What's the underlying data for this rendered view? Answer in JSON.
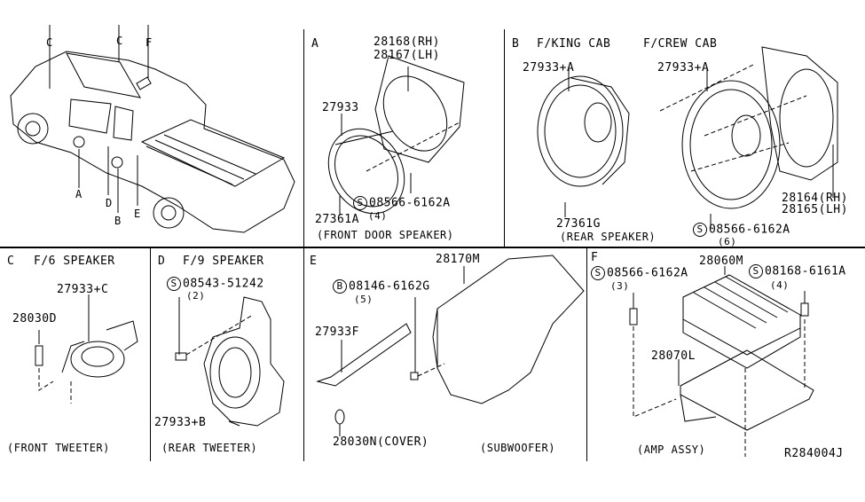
{
  "diagram_id": "R284004J",
  "vehicle_overview": {
    "callouts": [
      "C",
      "C",
      "F",
      "A",
      "D",
      "B",
      "E"
    ]
  },
  "sections": {
    "A": {
      "letter": "A",
      "caption": "(FRONT DOOR SPEAKER)",
      "parts": {
        "baffle_rh": "28168(RH)",
        "baffle_lh": "28167(LH)",
        "speaker": "27933",
        "screw_std": "S",
        "screw": "08566-6162A",
        "screw_qty": "(4)",
        "screw2": "27361A"
      }
    },
    "B": {
      "letter": "B",
      "title_king": "F/KING CAB",
      "title_crew": "F/CREW CAB",
      "caption": "(REAR SPEAKER)",
      "parts": {
        "speaker_king": "27933+A",
        "speaker_crew": "27933+A",
        "screw_king": "27361G",
        "bracket_rh": "28164(RH)",
        "bracket_lh": "28165(LH)",
        "screw_std": "S",
        "screw": "08566-6162A",
        "screw_qty": "(6)"
      }
    },
    "C": {
      "letter": "C",
      "title": "F/6 SPEAKER",
      "caption": "(FRONT TWEETER)",
      "parts": {
        "tweeter": "27933+C",
        "screw": "28030D"
      }
    },
    "D": {
      "letter": "D",
      "title": "F/9 SPEAKER",
      "caption": "(REAR TWEETER)",
      "parts": {
        "screw_std": "S",
        "screw": "08543-51242",
        "screw_qty": "(2)",
        "tweeter": "27933+B"
      }
    },
    "E": {
      "letter": "E",
      "caption": "(SUBWOOFER)",
      "parts": {
        "subwoofer": "28170M",
        "bolt_std": "B",
        "bolt": "08146-6162G",
        "bolt_qty": "(5)",
        "bracket": "27933F",
        "cover": "28030N(COVER)"
      }
    },
    "F": {
      "letter": "F",
      "caption": "(AMP ASSY)",
      "parts": {
        "amp": "28060M",
        "screw1_std": "S",
        "screw1": "08566-6162A",
        "screw1_qty": "(3)",
        "screw2_std": "S",
        "screw2": "08168-6161A",
        "screw2_qty": "(4)",
        "bracket": "28070L"
      }
    }
  }
}
